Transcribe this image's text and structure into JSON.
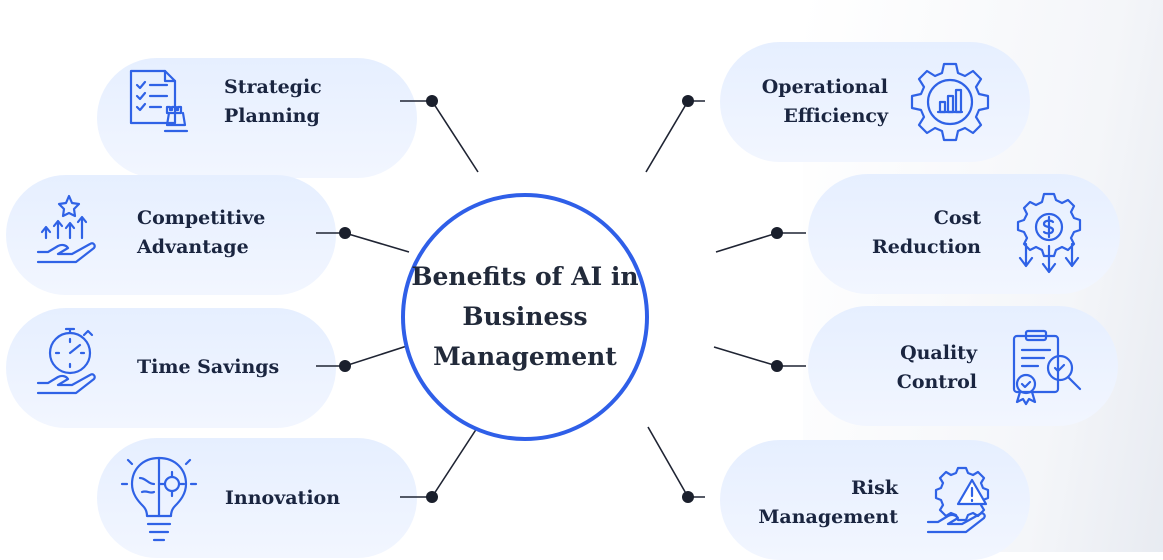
{
  "center": {
    "title": "Benefits of AI in\nBusiness\nManagement"
  },
  "benefits": {
    "strategic_planning": {
      "label": "Strategic\nPlanning",
      "icon": "strategy-checklist-icon"
    },
    "competitive_advantage": {
      "label": "Competitive\nAdvantage",
      "icon": "growth-hand-icon"
    },
    "time_savings": {
      "label": "Time Savings",
      "icon": "stopwatch-hand-icon"
    },
    "innovation": {
      "label": "Innovation",
      "icon": "lightbulb-gear-icon"
    },
    "operational_efficiency": {
      "label": "Operational\nEfficiency",
      "icon": "gear-chart-icon"
    },
    "cost_reduction": {
      "label": "Cost\nReduction",
      "icon": "dollar-gear-arrows-icon"
    },
    "quality_control": {
      "label": "Quality\nControl",
      "icon": "clipboard-magnifier-icon"
    },
    "risk_management": {
      "label": "Risk\nManagement",
      "icon": "gear-warning-hand-icon"
    }
  },
  "colors": {
    "accent": "#2f5fe8",
    "icon_stroke": "#2f62e6",
    "pill_background": "#e6efff",
    "connector": "#1f2433",
    "text": "#1a2540"
  }
}
